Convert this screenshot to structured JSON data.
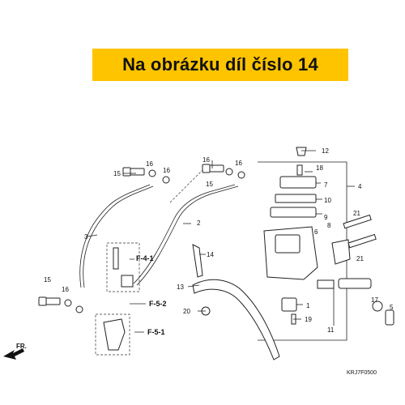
{
  "banner": {
    "text": "Na obrázku díl číslo 14"
  },
  "labels": {
    "l1": "1",
    "l2": "2",
    "l3": "3",
    "l4": "4",
    "l5": "5",
    "l6": "6",
    "l7": "7",
    "l8": "8",
    "l9": "9",
    "l10": "10",
    "l11": "11",
    "l12": "12",
    "l13": "13",
    "l14": "14",
    "l15a": "15",
    "l15b": "15",
    "l15c": "15",
    "l16a": "16",
    "l16b": "16",
    "l16c": "16",
    "l16d": "16",
    "l16e": "16",
    "l17": "17",
    "l18": "18",
    "l19": "19",
    "l20": "20",
    "l21a": "21",
    "l21b": "21"
  },
  "refs": {
    "f41": "F-4-1",
    "f52": "F-5-2",
    "f51": "F-5-1"
  },
  "direction": "FR.",
  "diagram_code": "KRJ7F0500"
}
